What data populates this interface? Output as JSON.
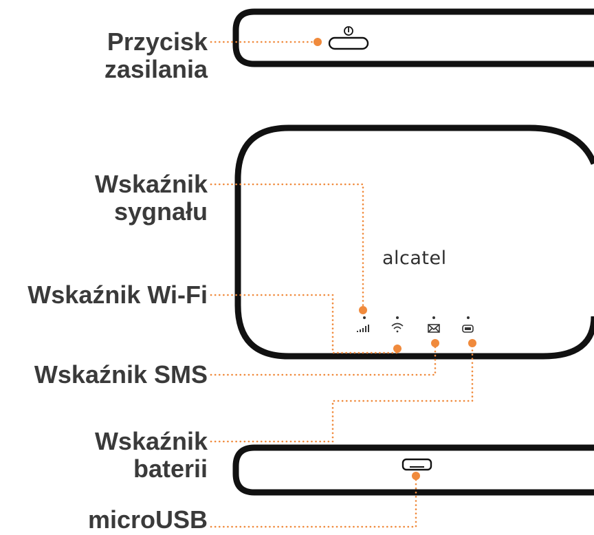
{
  "labels": {
    "power": [
      "Przycisk",
      "zasilania"
    ],
    "signal": [
      "Wskaźnik",
      "sygnału"
    ],
    "wifi": [
      "Wskaźnik Wi-Fi"
    ],
    "sms": [
      "Wskaźnik SMS"
    ],
    "battery": [
      "Wskaźnik",
      "baterii"
    ],
    "microusb": [
      "microUSB"
    ]
  },
  "device": {
    "brand": "alcatel"
  },
  "icons": [
    "signal-bars-icon",
    "wifi-icon",
    "envelope-icon",
    "battery-icon",
    "power-icon",
    "micro-usb-port-icon"
  ],
  "colors": {
    "accent": "#f08a3c",
    "outline": "#111111",
    "text": "#3a3a3a"
  }
}
